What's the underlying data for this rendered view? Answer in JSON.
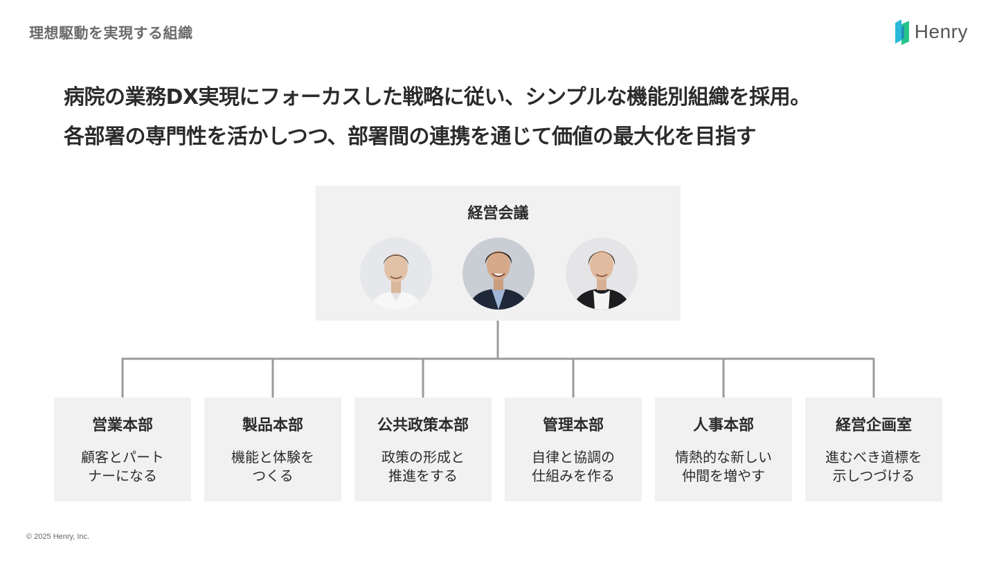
{
  "header": {
    "section_title": "理想駆動を実現する組織",
    "logo_text": "Henry"
  },
  "headline": {
    "line1": "病院の業務DX実現にフォーカスした戦略に従い、シンプルな機能別組織を採用。",
    "line2": "各部署の専門性を活かしつつ、部署間の連携を通じて価値の最大化を目指す"
  },
  "board": {
    "title": "経営会議",
    "members": [
      {
        "photo": "executive-photo"
      },
      {
        "photo": "executive-photo"
      },
      {
        "photo": "executive-photo"
      }
    ]
  },
  "departments": [
    {
      "name": "営業本部",
      "desc_line1": "顧客とパート",
      "desc_line2": "ナーになる"
    },
    {
      "name": "製品本部",
      "desc_line1": "機能と体験を",
      "desc_line2": "つくる"
    },
    {
      "name": "公共政策本部",
      "desc_line1": "政策の形成と",
      "desc_line2": "推進をする"
    },
    {
      "name": "管理本部",
      "desc_line1": "自律と協調の",
      "desc_line2": "仕組みを作る"
    },
    {
      "name": "人事本部",
      "desc_line1": "情熱的な新しい",
      "desc_line2": "仲間を増やす"
    },
    {
      "name": "経営企画室",
      "desc_line1": "進むべき道標を",
      "desc_line2": "示しつづける"
    }
  ],
  "footer": {
    "copyright": "© 2025 Henry, Inc."
  },
  "colors": {
    "box_background": "#f1f1f1",
    "connector": "#9b9b9b",
    "logo_cyan": "#2ab7d8",
    "logo_green": "#27c48a"
  }
}
